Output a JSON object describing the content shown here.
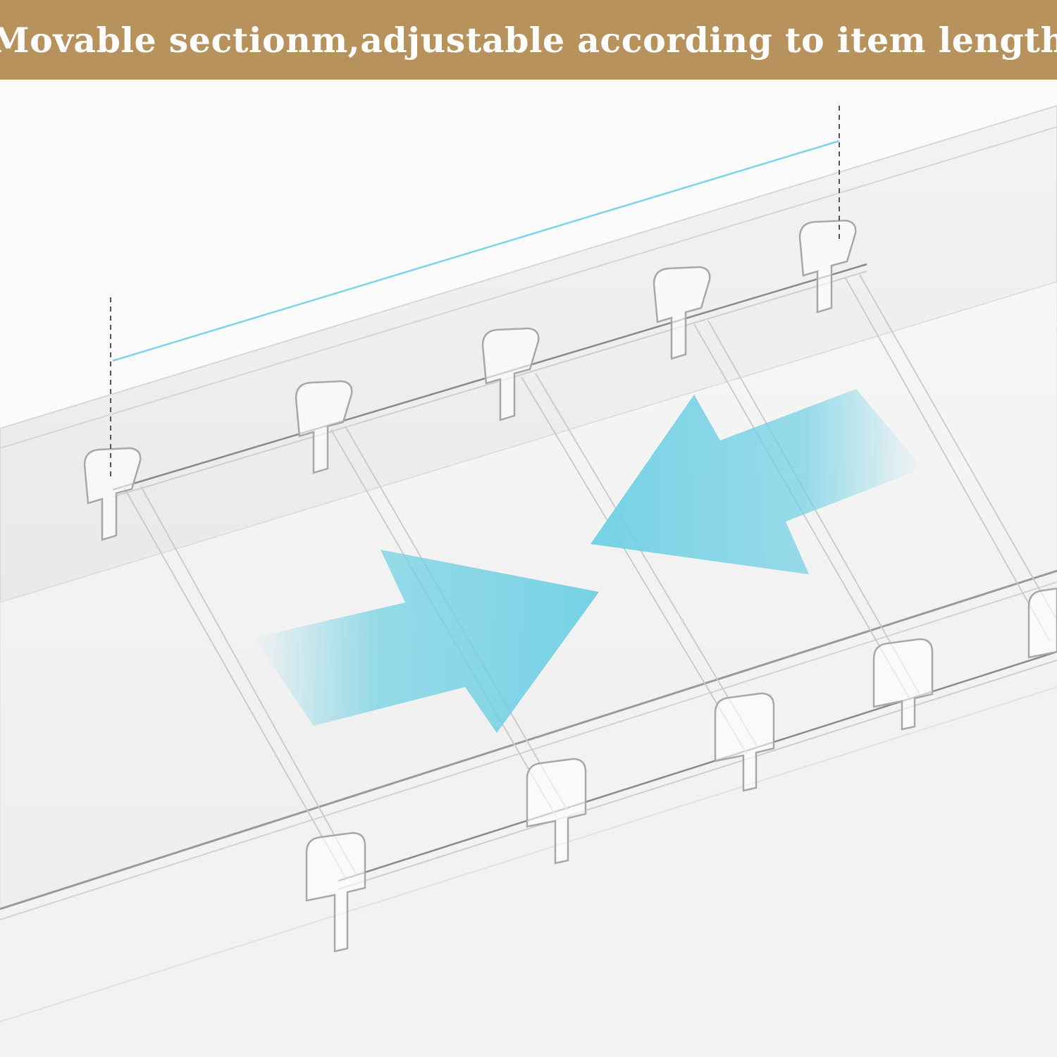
{
  "banner": {
    "text": "Movable sectionm,adjustable according to item length",
    "background": "#b8925d",
    "text_color": "#ffffff"
  },
  "illustration": {
    "subject": "clear acrylic drawer organizer with movable dividers",
    "arrows": [
      {
        "name": "arrow-right",
        "direction": "right",
        "color": "#6fd0e4"
      },
      {
        "name": "arrow-left",
        "direction": "left",
        "color": "#6fd0e4"
      }
    ],
    "measure_line_color": "#7dd3ea",
    "dashed_guide_color": "#555555"
  }
}
